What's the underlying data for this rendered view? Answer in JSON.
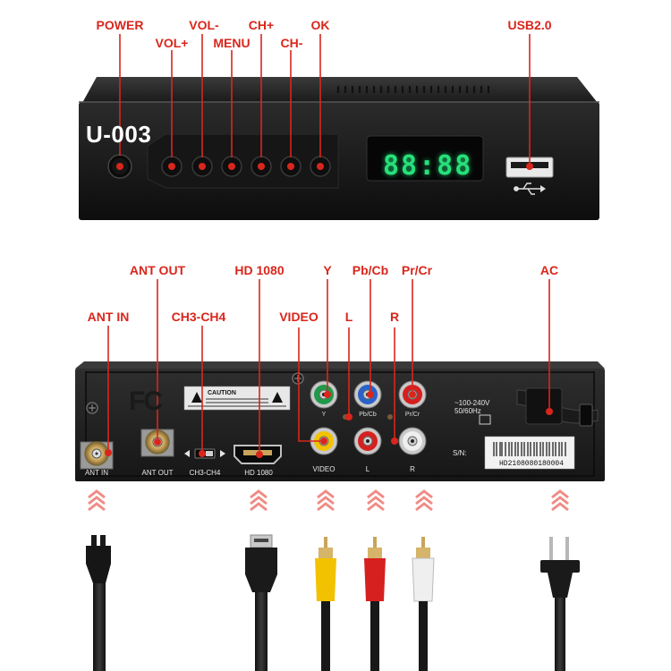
{
  "front_panel": {
    "brand": "U-003",
    "display": "88:88",
    "labels": {
      "power": "POWER",
      "vol_plus": "VOL+",
      "vol_minus": "VOL-",
      "menu": "MENU",
      "ch_plus": "CH+",
      "ch_minus": "CH-",
      "ok": "OK",
      "usb": "USB2.0"
    }
  },
  "rear_panel": {
    "labels": {
      "ant_in": "ANT IN",
      "ant_out": "ANT OUT",
      "ch3_ch4": "CH3-CH4",
      "hd1080": "HD 1080",
      "video": "VIDEO",
      "y": "Y",
      "pb_cb": "Pb/Cb",
      "l": "L",
      "pr_cr": "Pr/Cr",
      "r": "R",
      "ac": "AC"
    },
    "printed": {
      "fcc": "FC",
      "caution": "CAUTION",
      "port_ant_in": "ANT IN",
      "port_ant_out": "ANT OUT",
      "port_ch3_ch4": "CH3-CH4",
      "port_hd1080": "HD 1080",
      "port_video": "VIDEO",
      "port_l": "L",
      "port_r": "R",
      "port_y": "Y",
      "port_pb": "Pb/Cb",
      "port_pr": "Pr/Cr",
      "voltage_1": "~100-240V",
      "voltage_2": "50/60Hz",
      "sn": "S/N:",
      "serial": "HD2108080180004"
    }
  },
  "colors": {
    "label_red": "#d9261c",
    "display_green": "#27e07a",
    "rca_yellow": "#f2c200",
    "rca_red": "#d62020",
    "rca_white": "#efefef",
    "port_green": "#1f9a4a",
    "port_blue": "#2a62c8"
  },
  "icons": [
    "usb-icon",
    "up-chevrons-icon",
    "antenna-cable-icon",
    "hdmi-cable-icon",
    "rca-yellow-cable-icon",
    "rca-red-cable-icon",
    "rca-white-cable-icon",
    "power-plug-icon"
  ]
}
